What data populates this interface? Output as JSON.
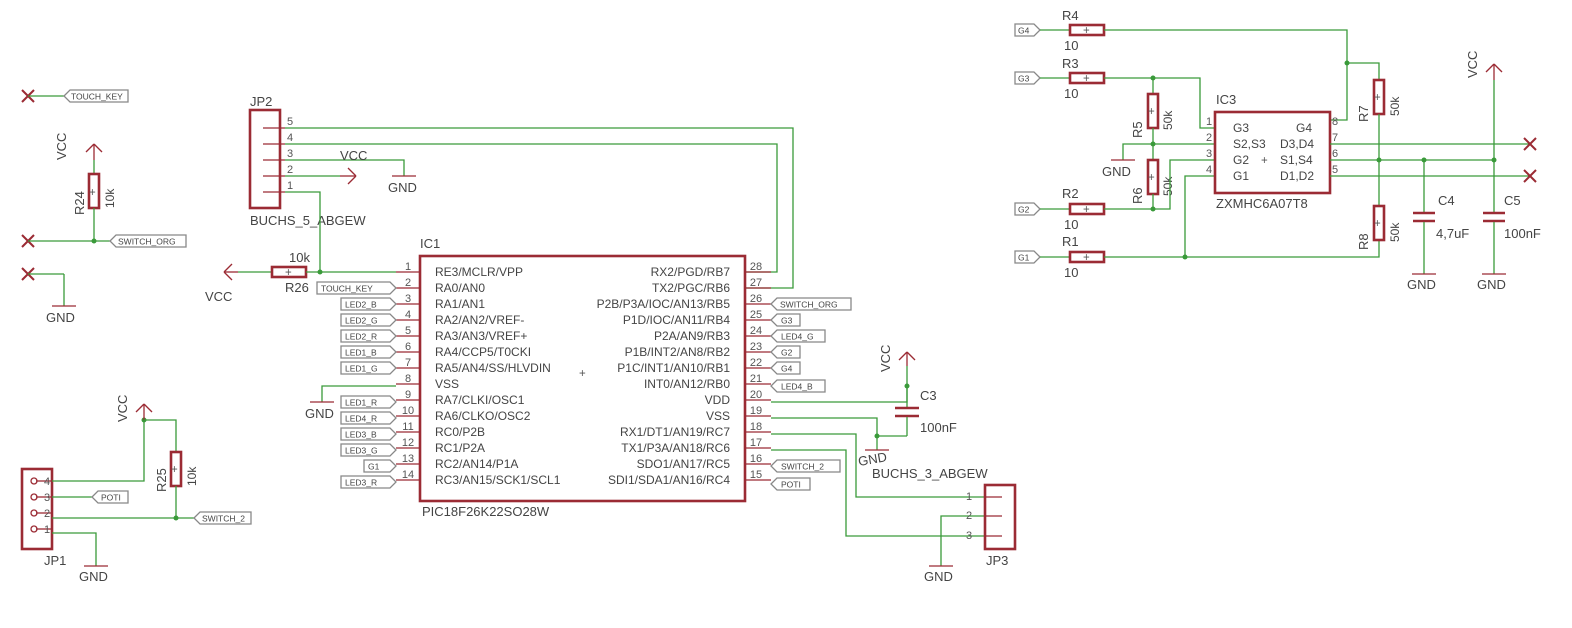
{
  "pins": {
    "1": "1",
    "2": "2",
    "3": "3",
    "4": "4",
    "5": "5",
    "6": "6",
    "7": "7",
    "8": "8",
    "9": "9",
    "10": "10",
    "11": "11",
    "12": "12",
    "13": "13",
    "14": "14",
    "15": "15",
    "16": "16",
    "17": "17",
    "18": "18",
    "19": "19",
    "20": "20",
    "21": "21",
    "22": "22",
    "23": "23",
    "24": "24",
    "25": "25",
    "26": "26",
    "27": "27",
    "28": "28"
  },
  "supply": {
    "vcc": "VCC",
    "gnd": "GND"
  },
  "nets": {
    "touch_key": "TOUCH_KEY",
    "switch_org": "SWITCH_ORG",
    "switch_2": "SWITCH_2",
    "poti": "POTI",
    "led2_b": "LED2_B",
    "led2_g": "LED2_G",
    "led2_r": "LED2_R",
    "led1_b": "LED1_B",
    "led1_g": "LED1_G",
    "led1_r": "LED1_R",
    "led4_r": "LED4_R",
    "led4_g": "LED4_G",
    "led4_b": "LED4_B",
    "led3_b": "LED3_B",
    "led3_g": "LED3_G",
    "led3_r": "LED3_R",
    "g1": "G1",
    "g2": "G2",
    "g3": "G3",
    "g4": "G4"
  },
  "ic1": {
    "name": "IC1",
    "part": "PIC18F26K22SO28W",
    "left_pins": [
      "RE3/MCLR/VPP",
      "RA0/AN0",
      "RA1/AN1",
      "RA2/AN2/VREF-",
      "RA3/AN3/VREF+",
      "RA4/CCP5/T0CKI",
      "RA5/AN4/SS/HLVDIN",
      "VSS",
      "RA7/CLKI/OSC1",
      "RA6/CLKO/OSC2",
      "RC0/P2B",
      "RC1/P2A",
      "RC2/AN14/P1A",
      "RC3/AN15/SCK1/SCL1"
    ],
    "right_pins": [
      "RX2/PGD/RB7",
      "TX2/PGC/RB6",
      "P2B/P3A/IOC/AN13/RB5",
      "P1D/IOC/AN11/RB4",
      "P2A/AN9/RB3",
      "P1B/INT2/AN8/RB2",
      "P1C/INT1/AN10/RB1",
      "INT0/AN12/RB0",
      "VDD",
      "VSS",
      "RX1/DT1/AN19/RC7",
      "TX1/P3A/AN18/RC6",
      "SDO1/AN17/RC5",
      "SDI1/SDA1/AN16/RC4"
    ],
    "right_pin_numbers": [
      "28",
      "27",
      "26",
      "25",
      "24",
      "23",
      "22",
      "21",
      "20",
      "19",
      "18",
      "17",
      "16",
      "15"
    ]
  },
  "ic3": {
    "name": "IC3",
    "part": "ZXMHC6A07T8",
    "left_pins": [
      "G3",
      "S2,S3",
      "G2",
      "G1"
    ],
    "right_pins": [
      "G4",
      "D3,D4",
      "S1,S4",
      "D1,D2"
    ],
    "plus": "+"
  },
  "jp2": {
    "name": "JP2",
    "part": "BUCHS_5_ABGEW"
  },
  "jp3": {
    "name": "JP3",
    "part": "BUCHS_3_ABGEW"
  },
  "jp1": {
    "name": "JP1"
  },
  "resistors": {
    "r1": {
      "name": "R1",
      "value": "10"
    },
    "r2": {
      "name": "R2",
      "value": "10"
    },
    "r3": {
      "name": "R3",
      "value": "10"
    },
    "r4": {
      "name": "R4",
      "value": "10"
    },
    "r5": {
      "name": "R5",
      "value": "50k"
    },
    "r6": {
      "name": "R6",
      "value": "50k"
    },
    "r7": {
      "name": "R7",
      "value": "50k"
    },
    "r8": {
      "name": "R8",
      "value": "50k"
    },
    "r24": {
      "name": "R24",
      "value": "10k"
    },
    "r25": {
      "name": "R25",
      "value": "10k"
    },
    "r26": {
      "name": "R26",
      "value": "10k"
    }
  },
  "capacitors": {
    "c3": {
      "name": "C3",
      "value": "100nF"
    },
    "c4": {
      "name": "C4",
      "value": "4,7uF"
    },
    "c5": {
      "name": "C5",
      "value": "100nF"
    }
  },
  "colors": {
    "wire": "#3a9a3a",
    "part": "#9b2b34",
    "label_frame": "#888888",
    "text": "#444444"
  }
}
